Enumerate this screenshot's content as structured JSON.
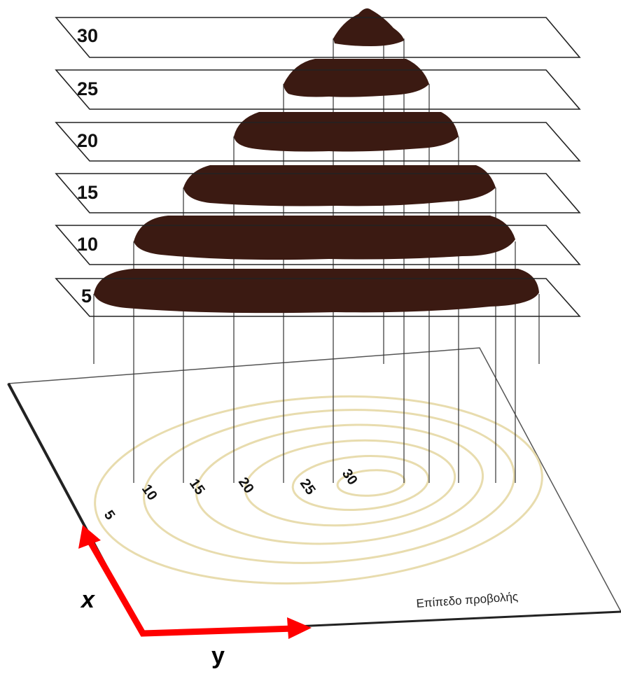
{
  "levels": [
    {
      "label": "30"
    },
    {
      "label": "25"
    },
    {
      "label": "20"
    },
    {
      "label": "15"
    },
    {
      "label": "10"
    },
    {
      "label": "5"
    }
  ],
  "contour_labels": [
    "5",
    "10",
    "15",
    "20",
    "25",
    "30"
  ],
  "base_caption": "Επίπεδο προβολής",
  "axes": {
    "x_label": "x",
    "y_label": "y"
  },
  "colors": {
    "terrain": "#3b1a12",
    "contour": "#e8dcae",
    "axis_arrow": "#ff0000",
    "plane_edge": "#333333"
  }
}
